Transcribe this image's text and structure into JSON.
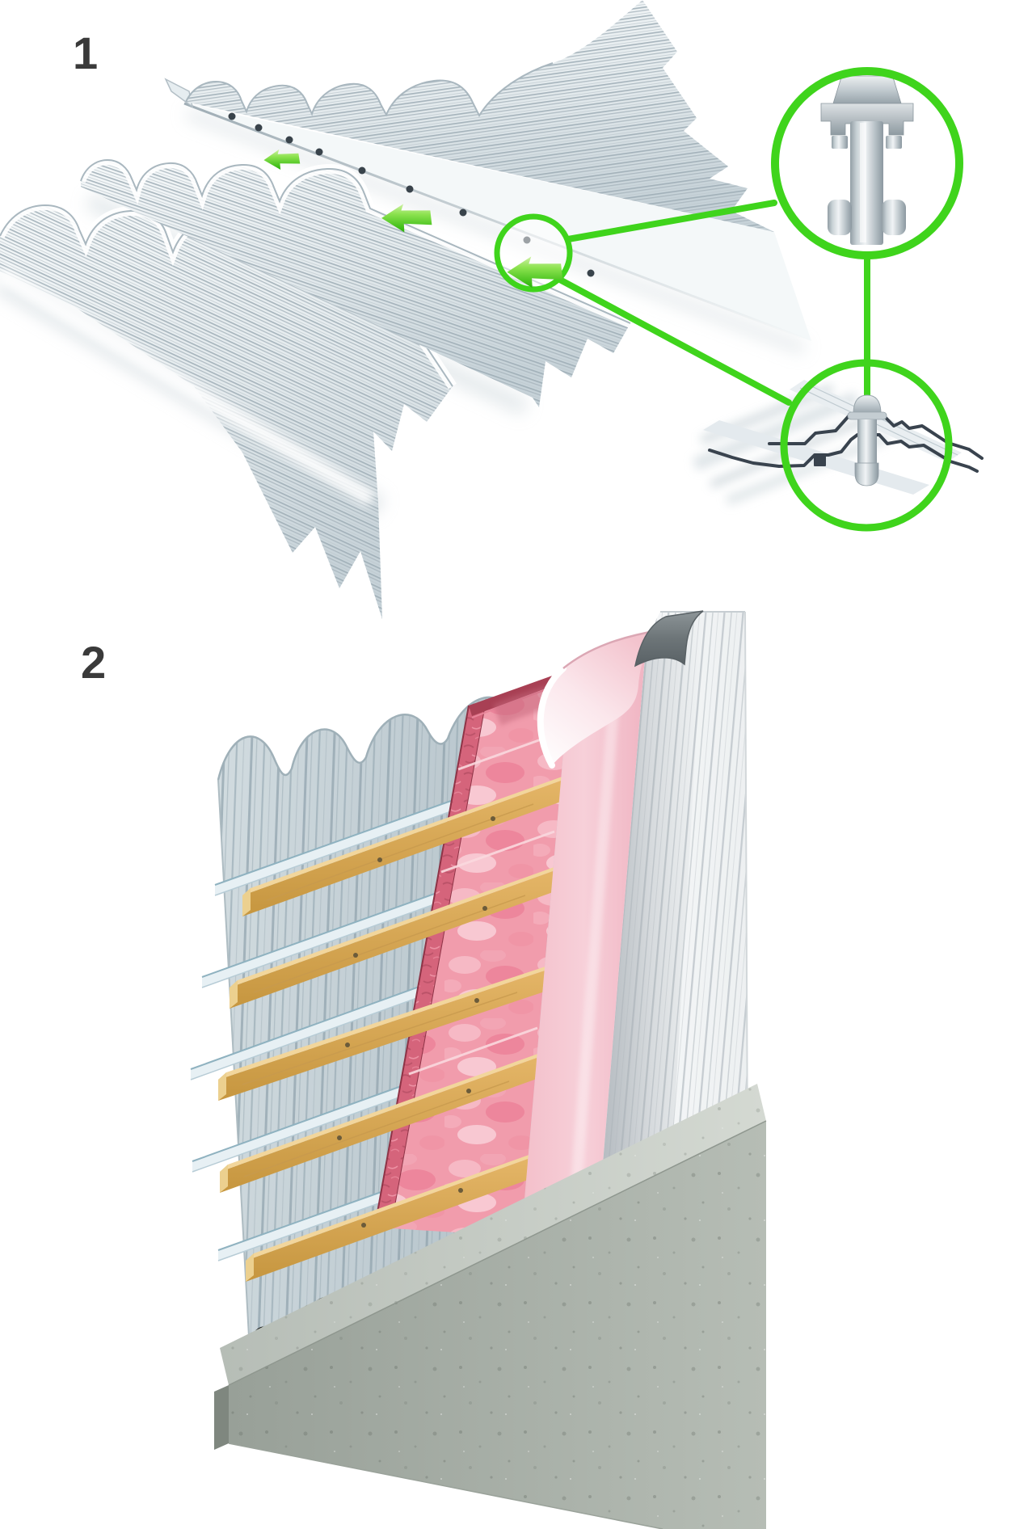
{
  "page": {
    "background": "#ffffff"
  },
  "accent": {
    "green": "#3fd41c"
  },
  "steps": [
    {
      "label": "1",
      "name": "profiled-sheet-overlap-with-rivet-detail"
    },
    {
      "label": "2",
      "name": "insulated-wall-buildup-cutaway"
    }
  ],
  "colors": {
    "sheet_gray": "#cdd7dc",
    "cladding_gray": "#c2ced4",
    "liner_white": "#f3f5f6",
    "insulation_pink": "#f19cac",
    "membrane_pink": "#f7d0d9",
    "timber": "#dcae5d",
    "concrete": "#aab1a9",
    "shadow_black": "#0b0b0b",
    "profile_line": "#39434e"
  }
}
